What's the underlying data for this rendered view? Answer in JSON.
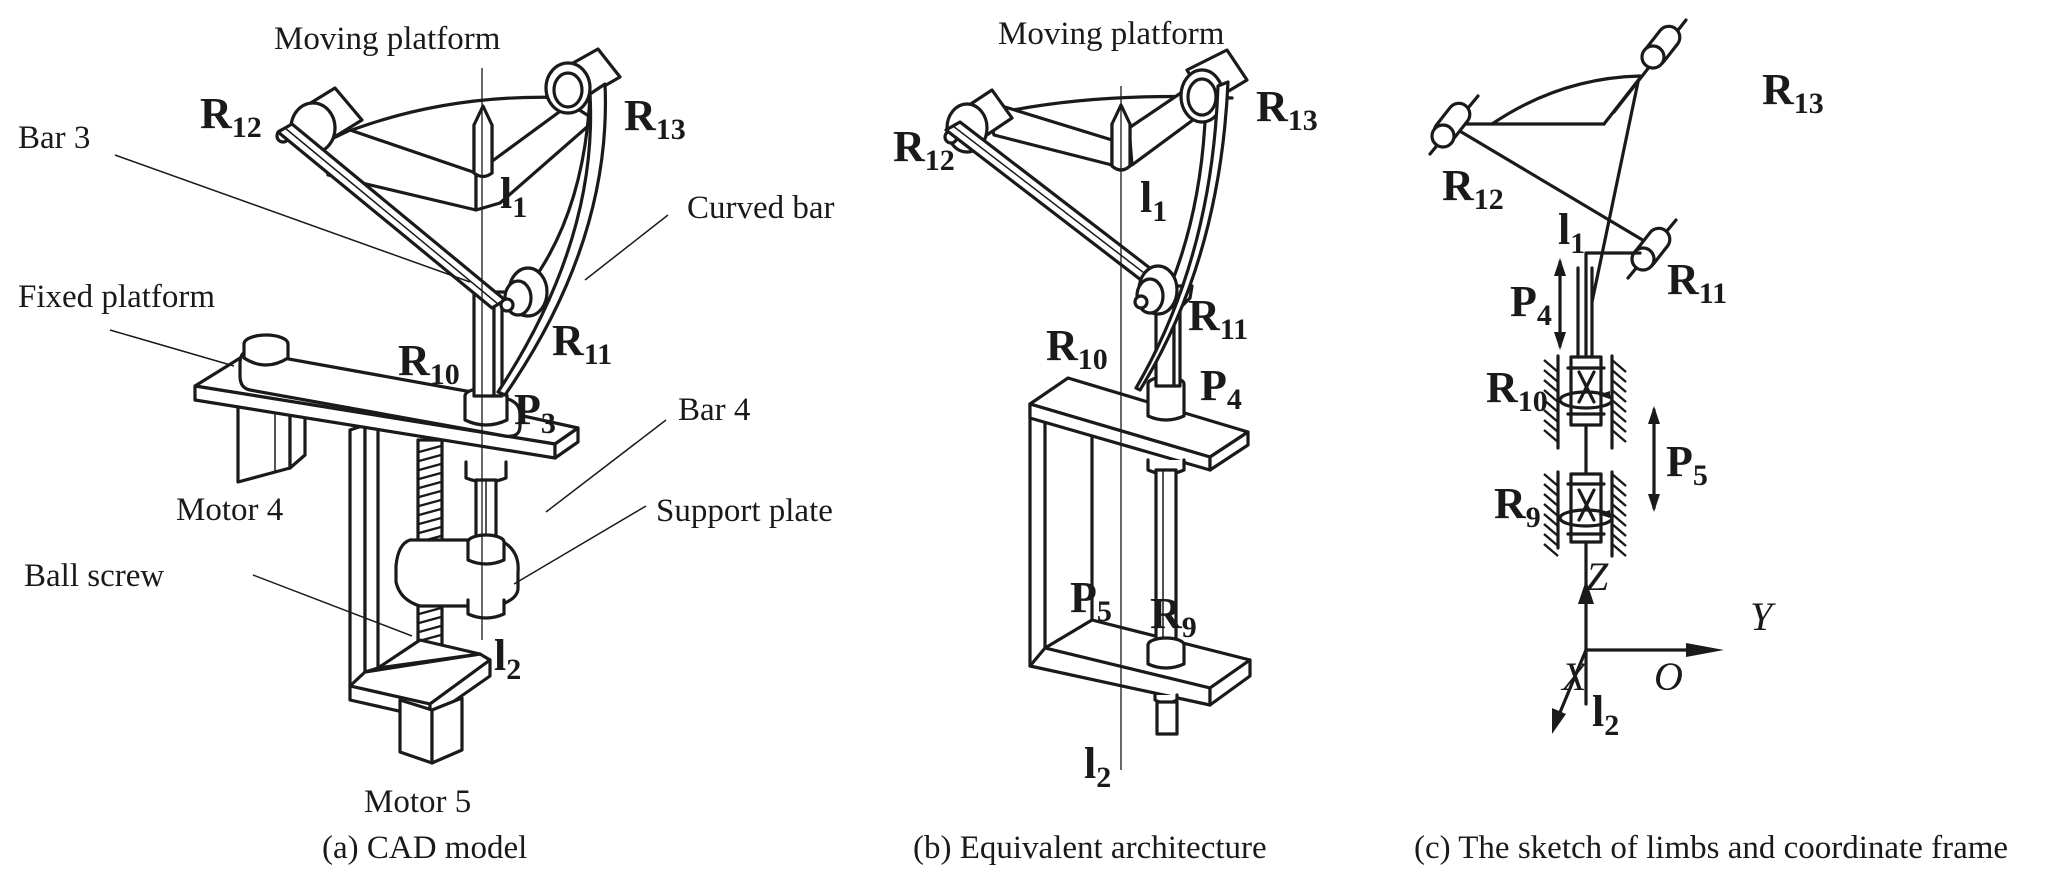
{
  "figure": {
    "panels": [
      {
        "id": "a",
        "caption": "(a) CAD model",
        "labels": {
          "moving_platform": "Moving platform",
          "bar3": "Bar 3",
          "curved_bar": "Curved bar",
          "fixed_platform": "Fixed platform",
          "bar4": "Bar 4",
          "support_plate": "Support plate",
          "motor4": "Motor 4",
          "ball_screw": "Ball screw",
          "motor5": "Motor 5"
        },
        "symbols": [
          {
            "key": "R12",
            "base": "R",
            "sub": "12"
          },
          {
            "key": "R13",
            "base": "R",
            "sub": "13"
          },
          {
            "key": "l1",
            "base": "l",
            "sub": "1"
          },
          {
            "key": "R11",
            "base": "R",
            "sub": "11"
          },
          {
            "key": "R10",
            "base": "R",
            "sub": "10"
          },
          {
            "key": "P3",
            "base": "P",
            "sub": "3"
          },
          {
            "key": "l2",
            "base": "l",
            "sub": "2"
          }
        ]
      },
      {
        "id": "b",
        "caption": "(b) Equivalent architecture",
        "labels": {
          "moving_platform": "Moving platform"
        },
        "symbols": [
          {
            "key": "R12",
            "base": "R",
            "sub": "12"
          },
          {
            "key": "R13",
            "base": "R",
            "sub": "13"
          },
          {
            "key": "l1",
            "base": "l",
            "sub": "1"
          },
          {
            "key": "R11",
            "base": "R",
            "sub": "11"
          },
          {
            "key": "R10",
            "base": "R",
            "sub": "10"
          },
          {
            "key": "P4",
            "base": "P",
            "sub": "4"
          },
          {
            "key": "P5",
            "base": "P",
            "sub": "5"
          },
          {
            "key": "R9",
            "base": "R",
            "sub": "9"
          },
          {
            "key": "l2",
            "base": "l",
            "sub": "2"
          }
        ]
      },
      {
        "id": "c",
        "caption": "(c) The sketch of limbs and coordinate frame",
        "symbols": [
          {
            "key": "R13",
            "base": "R",
            "sub": "13"
          },
          {
            "key": "R12",
            "base": "R",
            "sub": "12"
          },
          {
            "key": "l1",
            "base": "l",
            "sub": "1"
          },
          {
            "key": "R11",
            "base": "R",
            "sub": "11"
          },
          {
            "key": "P4",
            "base": "P",
            "sub": "4"
          },
          {
            "key": "R10",
            "base": "R",
            "sub": "10"
          },
          {
            "key": "P5",
            "base": "P",
            "sub": "5"
          },
          {
            "key": "R9",
            "base": "R",
            "sub": "9"
          },
          {
            "key": "l2",
            "base": "l",
            "sub": "2"
          }
        ],
        "axes": {
          "x": "X",
          "y": "Y",
          "z": "Z",
          "origin": "O"
        }
      }
    ]
  }
}
